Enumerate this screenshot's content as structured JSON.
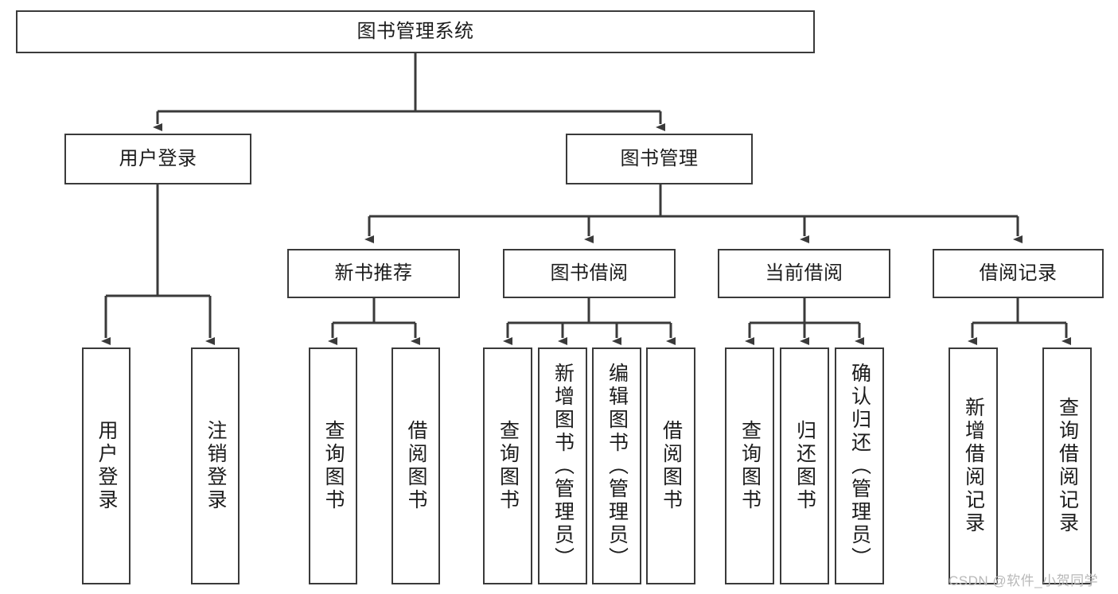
{
  "diagram": {
    "title_node": {
      "label": "图书管理系统"
    },
    "level2": [
      {
        "id": "user-login",
        "label": "用户登录"
      },
      {
        "id": "book-management",
        "label": "图书管理"
      }
    ],
    "level3": [
      {
        "id": "new-book-recommend",
        "label": "新书推荐"
      },
      {
        "id": "book-borrow",
        "label": "图书借阅"
      },
      {
        "id": "current-borrow",
        "label": "当前借阅"
      },
      {
        "id": "borrow-record",
        "label": "借阅记录"
      }
    ],
    "leaves": {
      "user_login": [
        {
          "id": "leaf-user-login",
          "label": "用户登录"
        },
        {
          "id": "leaf-logout-login",
          "label": "注销登录"
        }
      ],
      "new_book_recommend": [
        {
          "id": "leaf-query-book-1",
          "label": "查询图书"
        },
        {
          "id": "leaf-borrow-book-1",
          "label": "借阅图书"
        }
      ],
      "book_borrow": [
        {
          "id": "leaf-query-book-2",
          "label": "查询图书"
        },
        {
          "id": "leaf-add-book",
          "label": "新增图书（管理员）"
        },
        {
          "id": "leaf-edit-book",
          "label": "编辑图书（管理员）"
        },
        {
          "id": "leaf-borrow-book-2",
          "label": "借阅图书"
        }
      ],
      "current_borrow": [
        {
          "id": "leaf-query-book-3",
          "label": "查询图书"
        },
        {
          "id": "leaf-return-book",
          "label": "归还图书"
        },
        {
          "id": "leaf-confirm-return",
          "label": "确认归还（管理员）"
        }
      ],
      "borrow_record": [
        {
          "id": "leaf-add-record",
          "label": "新增借阅记录"
        },
        {
          "id": "leaf-query-record",
          "label": "查询借阅记录"
        }
      ]
    }
  },
  "watermark": {
    "text": "CSDN @软件_小贺同学"
  },
  "colors": {
    "border": "#3a3a3a",
    "text": "#1c1c1c",
    "background": "#ffffff",
    "watermark": "#b8b8b8"
  }
}
